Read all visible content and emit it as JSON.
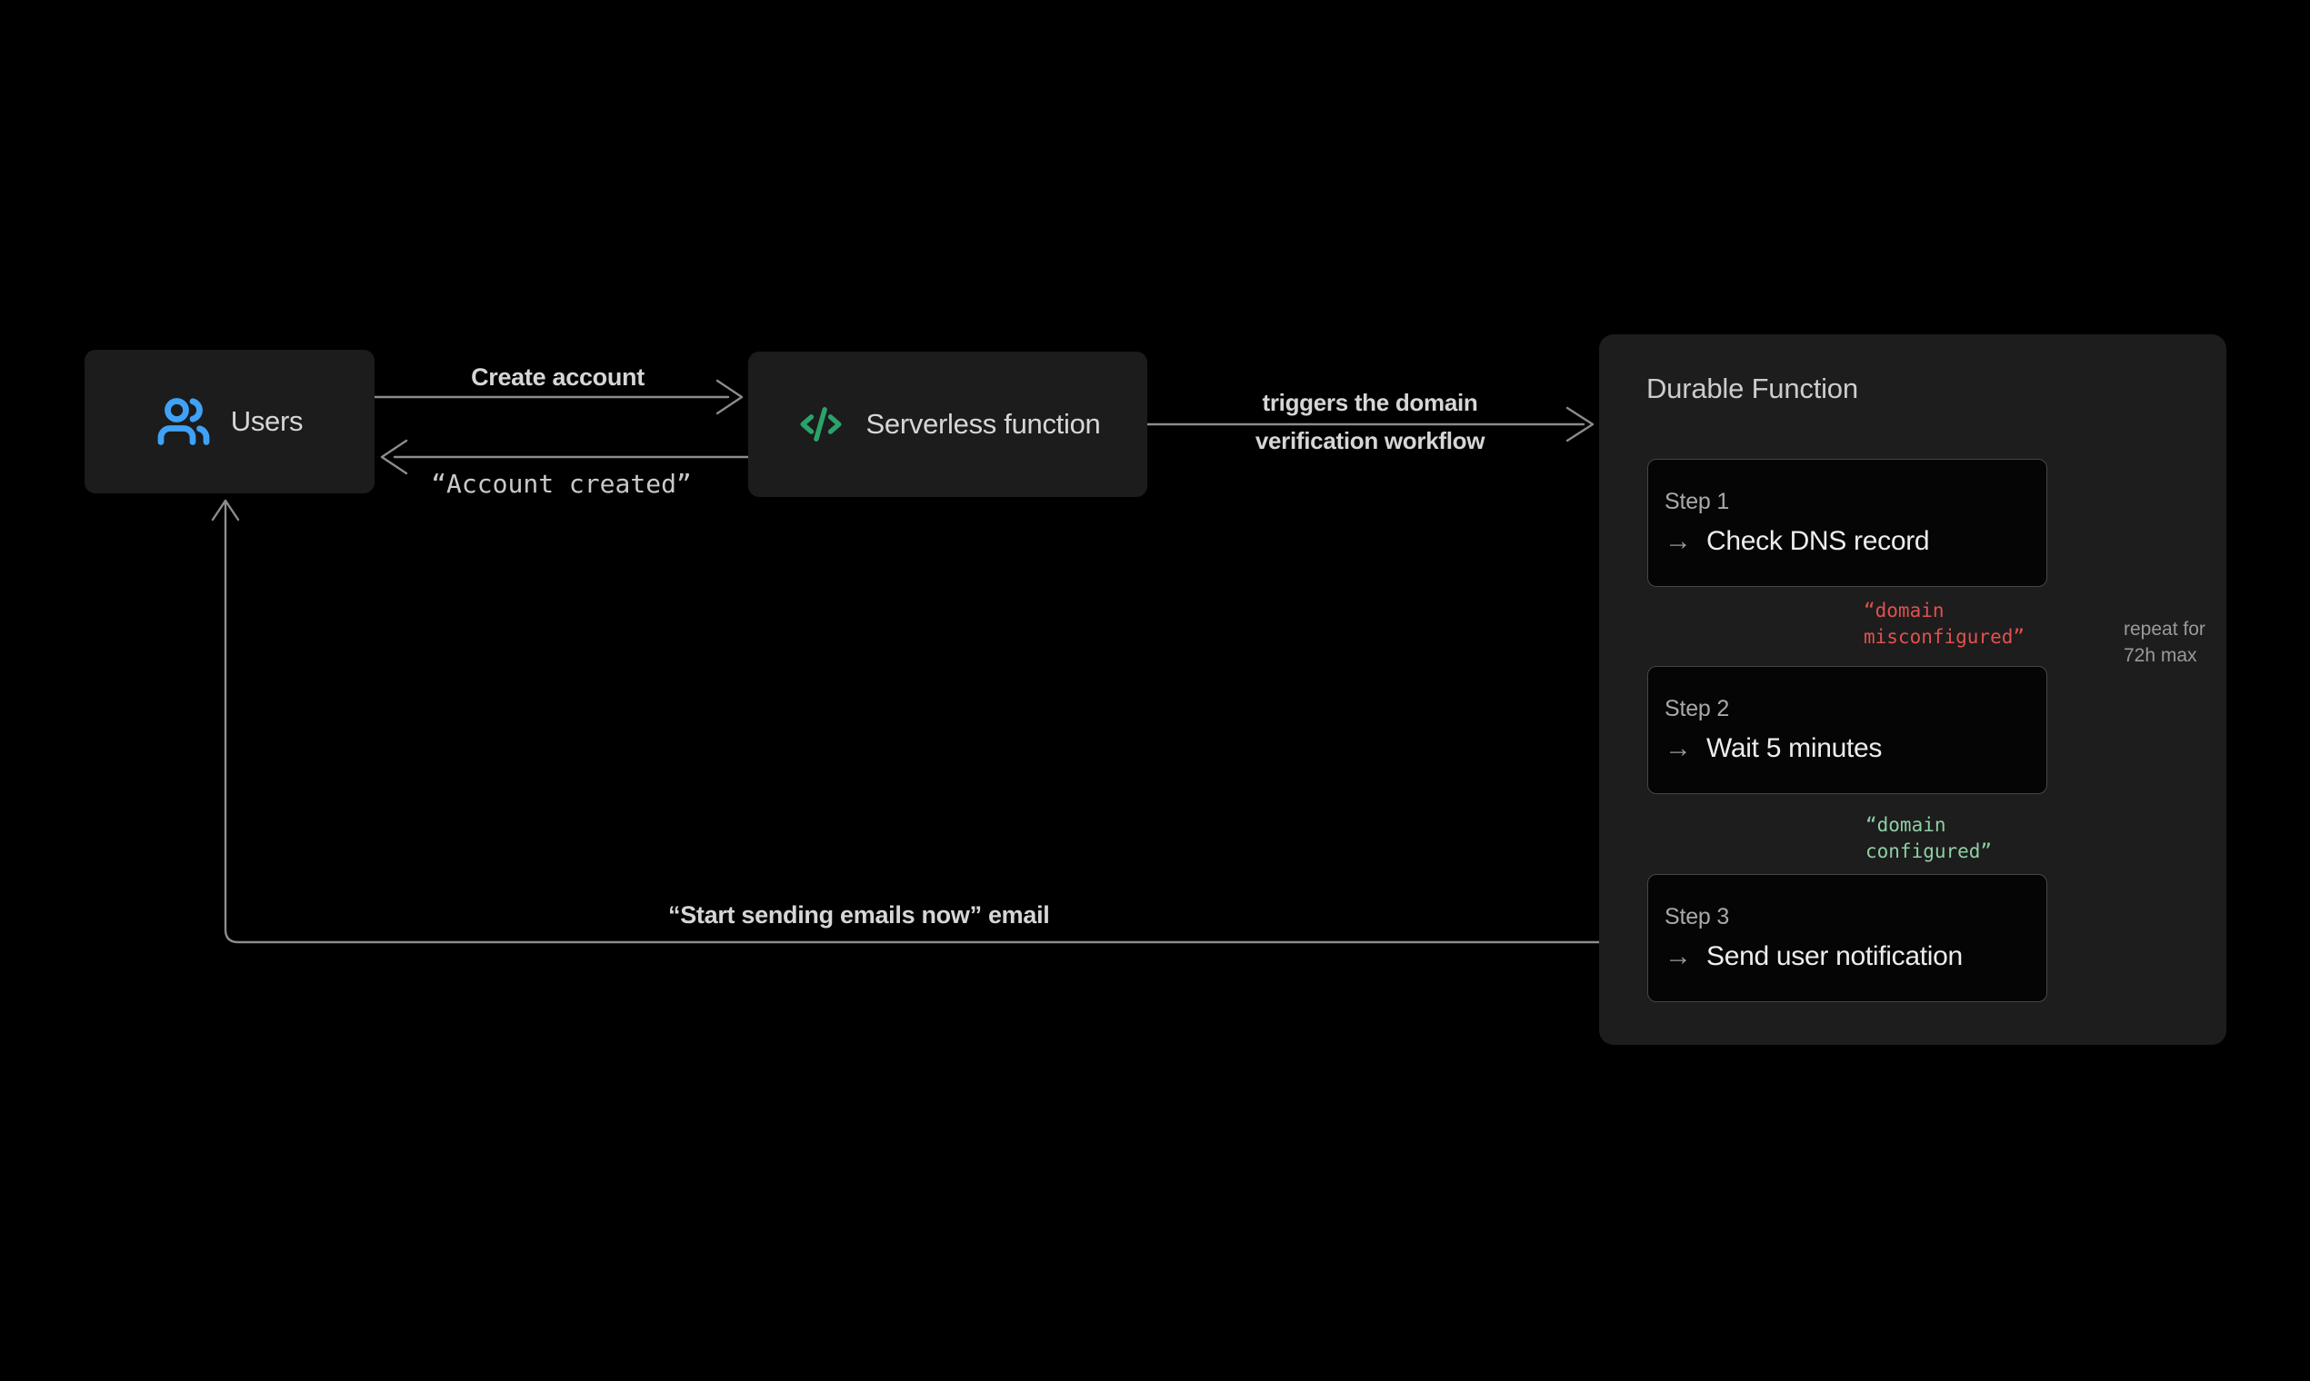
{
  "nodes": {
    "users": {
      "label": "Users"
    },
    "serverless": {
      "label": "Serverless function"
    },
    "durable": {
      "title": "Durable Function",
      "steps": [
        {
          "label": "Step 1",
          "action": "Check DNS record"
        },
        {
          "label": "Step 2",
          "action": "Wait 5 minutes"
        },
        {
          "label": "Step 3",
          "action": "Send user notification"
        }
      ]
    }
  },
  "edges": {
    "create_account": {
      "label": "Create account"
    },
    "account_created": {
      "label": "“Account created”"
    },
    "triggers": {
      "line1": "triggers the domain",
      "line2": "verification workflow"
    },
    "misconfigured": {
      "text": "“domain\nmisconfigured”"
    },
    "configured": {
      "text": "“domain\nconfigured”"
    },
    "repeat": {
      "text": "repeat for\n72h max"
    },
    "start_sending": {
      "label": "“Start sending emails now” email"
    }
  },
  "icons": {
    "step_arrow": "→"
  },
  "colors": {
    "background": "#000000",
    "node_bg": "#1c1c1c",
    "panel_bg": "#1d1d1d",
    "step_bg": "#050505",
    "step_border": "#464646",
    "wire_gray": "#8c8c8c",
    "blue": "#3fa2f6",
    "green": "#2aa36a",
    "red": "#e0514e",
    "green_text": "#8fcfa5"
  }
}
